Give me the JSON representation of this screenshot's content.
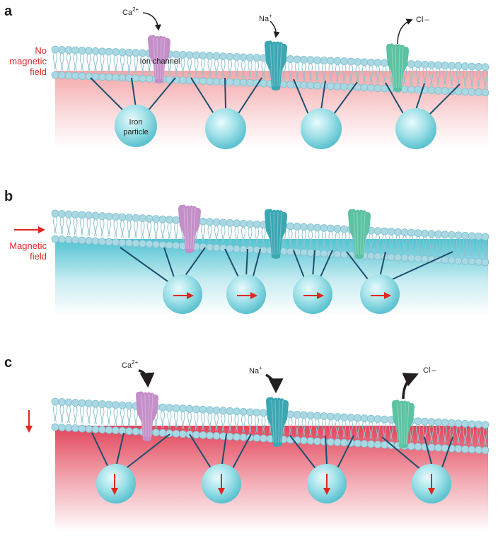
{
  "panels": [
    {
      "letter": "a",
      "field_label": [
        "No",
        "magnetic",
        "field"
      ],
      "field_arrow": "none",
      "background": "pink-light",
      "channel_label": "Ion channel",
      "particle_label": [
        "Iron",
        "particle"
      ],
      "particle_arrow": "none",
      "ions": {
        "ca": "Ca",
        "ca_charge": "2+",
        "na": "Na",
        "na_charge": "+",
        "cl": "Cl",
        "cl_charge": "–"
      }
    },
    {
      "letter": "b",
      "field_label": [
        "Magnetic",
        "field"
      ],
      "field_arrow": "right",
      "background": "cyan",
      "particle_arrow": "right"
    },
    {
      "letter": "c",
      "field_label": [],
      "field_arrow": "down",
      "background": "red",
      "particle_arrow": "down",
      "ions": {
        "ca": "Ca",
        "ca_charge": "2+",
        "na": "Na",
        "na_charge": "+",
        "cl": "Cl",
        "cl_charge": "–"
      }
    }
  ],
  "colors": {
    "head": "#a9d8e3",
    "head_stroke": "#7cbfcf",
    "tail": "#8fc3cf",
    "tether": "#1d4e6e",
    "particle": "#7fd3df",
    "ca_channel": "#c48fc8",
    "na_channel": "#3aa7b2",
    "cl_channel": "#5bc2a2",
    "label_red": "#e02a2a",
    "arrow_red": "#e0261f",
    "ion_arrow": "#231f20"
  }
}
